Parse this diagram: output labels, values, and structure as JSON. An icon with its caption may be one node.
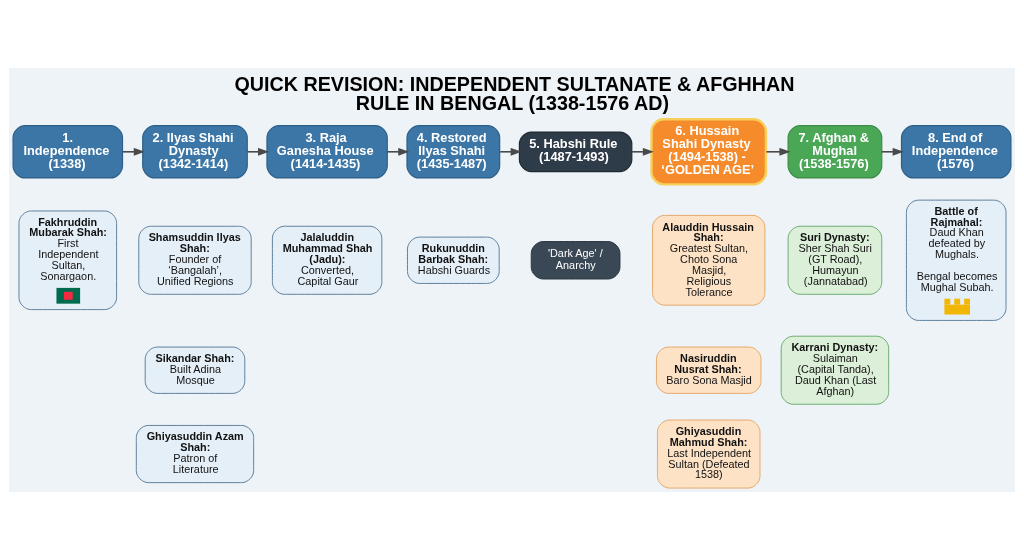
{
  "diagram": {
    "title": "QUICK REVISION: INDEPENDENT SULTANATE & AFGHHAN RULE IN BENGAL (1338-1576 AD)",
    "nodes": [
      {
        "text": [
          "1. Independence (1338)"
        ]
      },
      {
        "text": [
          "2. Ilyas Shahi Dynasty (1342-1414)"
        ]
      },
      {
        "text": [
          "3. Raja Ganesha House (1414-1435)"
        ]
      },
      {
        "text": [
          "4. Restored Ilyas Shahi (1435-1487)"
        ]
      },
      {
        "text": [
          "5. Habshi Rule (1487-1493)"
        ]
      },
      {
        "text": [
          "6. Hussain Shahi Dynasty (1494-1538) - ‘GOLDEN AGE’"
        ]
      },
      {
        "text": [
          "7. Afghan & Mughal (1538-1576)"
        ]
      },
      {
        "text": [
          "8. End of Independence (1576)"
        ]
      },
      {
        "text": [
          "Fakhruddin Mubarak Shah:",
          "First Independent Sultan, Sonargaon."
        ]
      },
      {
        "text": [
          "Shamsuddin Ilyas Shah:",
          "Founder of ‘Bangalah’, Unified Regions"
        ]
      },
      {
        "text": [
          "Sikandar Shah:",
          "Built Adina Mosque"
        ]
      },
      {
        "text": [
          "Ghiyasuddin Azam Shah:",
          "Patron of Literature"
        ]
      },
      {
        "text": [
          "Jalaluddin Muhammad Shah (Jadu):",
          "Converted, Capital Gaur"
        ]
      },
      {
        "text": [
          "Rukunuddin Barbak Shah:",
          "Habshi Guards"
        ]
      },
      {
        "text": [
          "'Dark Age' / Anarchy"
        ]
      },
      {
        "text": [
          "Alauddin Hussain Shah:",
          "Greatest Sultan, Choto Sona Masjid, Religious Tolerance"
        ]
      },
      {
        "text": [
          "Nasiruddin Nusrat Shah:",
          "Baro Sona Masjid"
        ]
      },
      {
        "text": [
          "Ghiyasuddin Mahmud Shah:",
          "Last Independent Sultan (Defeated 1538)"
        ]
      },
      {
        "text": [
          "Suri Dynasty:",
          "Sher Shah Suri (GT Road), Humayun (Jannatabad)"
        ]
      },
      {
        "text": [
          "Karrani Dynasty:",
          "Sulaiman (Capital Tanda), Daud Khan (Last Afghan)"
        ]
      },
      {
        "text": [
          "Battle of Rajmahal:",
          "Daud Khan defeated by Mughals.",
          "Bengal becomes Mughal Subah."
        ]
      }
    ],
    "edges": [
      {
        "from": 0,
        "to": 1,
        "arrow": "to"
      },
      {
        "from": 1,
        "to": 2,
        "arrow": "to"
      },
      {
        "from": 2,
        "to": 3,
        "arrow": "to"
      },
      {
        "from": 3,
        "to": 4,
        "arrow": "to"
      },
      {
        "from": 4,
        "to": 5,
        "arrow": "to"
      },
      {
        "from": 5,
        "to": 6,
        "arrow": "to"
      },
      {
        "from": 6,
        "to": 7,
        "arrow": "to"
      }
    ]
  }
}
